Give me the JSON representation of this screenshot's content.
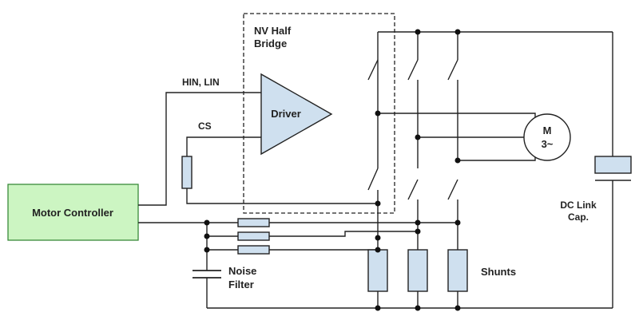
{
  "labels": {
    "nv_half_bridge_line1": "NV Half",
    "nv_half_bridge_line2": "Bridge",
    "hin_lin": "HIN, LIN",
    "cs": "CS",
    "driver": "Driver",
    "motor_controller": "Motor Controller",
    "motor_line1": "M",
    "motor_line2": "3~",
    "dc_link_line1": "DC Link",
    "dc_link_line2": "Cap.",
    "noise_line1": "Noise",
    "noise_line2": "Filter",
    "shunts": "Shunts"
  },
  "colors": {
    "wire": "#222222",
    "component_fill": "#cfe0ef",
    "controller_fill": "#ccf5c2",
    "controller_border": "#3a8a3a"
  }
}
